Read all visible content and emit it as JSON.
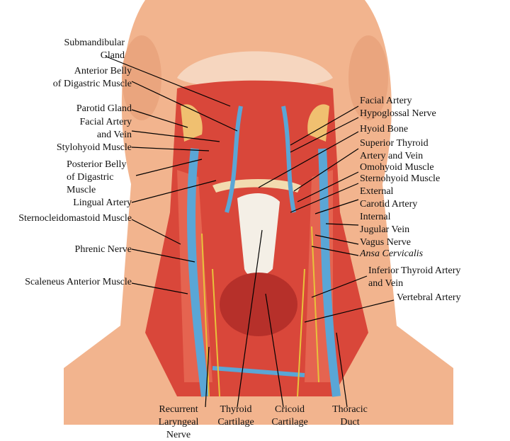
{
  "left_labels": {
    "submandibular_gland": "Submandibular\nGland",
    "anterior_belly": "Anterior Belly\nof Digastric Muscle",
    "parotid_gland": "Parotid Gland",
    "facial_artery_vein": "Facial Artery\nand Vein",
    "stylohyoid": "Stylohyoid Muscle",
    "posterior_belly": "Posterior Belly\nof Digastric\nMuscle",
    "lingual_artery": "Lingual Artery",
    "sternocleidomastoid": "Sternocleidomastoid Muscle",
    "phrenic_nerve": "Phrenic Nerve",
    "scaleneus_anterior": "Scaleneus Anterior Muscle"
  },
  "right_labels": {
    "facial_artery": "Facial Artery",
    "hypoglossal_nerve": "Hypoglossal Nerve",
    "hyoid_bone": "Hyoid Bone",
    "superior_thyroid": "Superior Thyroid\nArtery and Vein",
    "omohyoid": "Omohyoid Muscle",
    "sternohyoid": "Sternohyoid Muscle",
    "external_carotid": "External\nCarotid Artery",
    "internal_jugular": "Internal\nJugular Vein",
    "vagus_nerve": "Vagus Nerve",
    "ansa_cervicalis": "Ansa Cervicalis",
    "inferior_thyroid": "Inferior Thyroid Artery\nand Vein",
    "vertebral_artery": "Vertebral Artery"
  },
  "bottom_labels": {
    "recurrent_laryngeal": "Recurrent\nLaryngeal\nNerve",
    "thyroid_cartilage": "Thyroid\nCartilage",
    "cricoid_cartilage": "Cricoid\nCartilage",
    "thoracic_duct": "Thoracic\nDuct"
  },
  "colors": {
    "skin": "#f2b48e",
    "muscle": "#d9473a",
    "vein": "#5aa6d6",
    "nerve": "#e8c23a"
  }
}
